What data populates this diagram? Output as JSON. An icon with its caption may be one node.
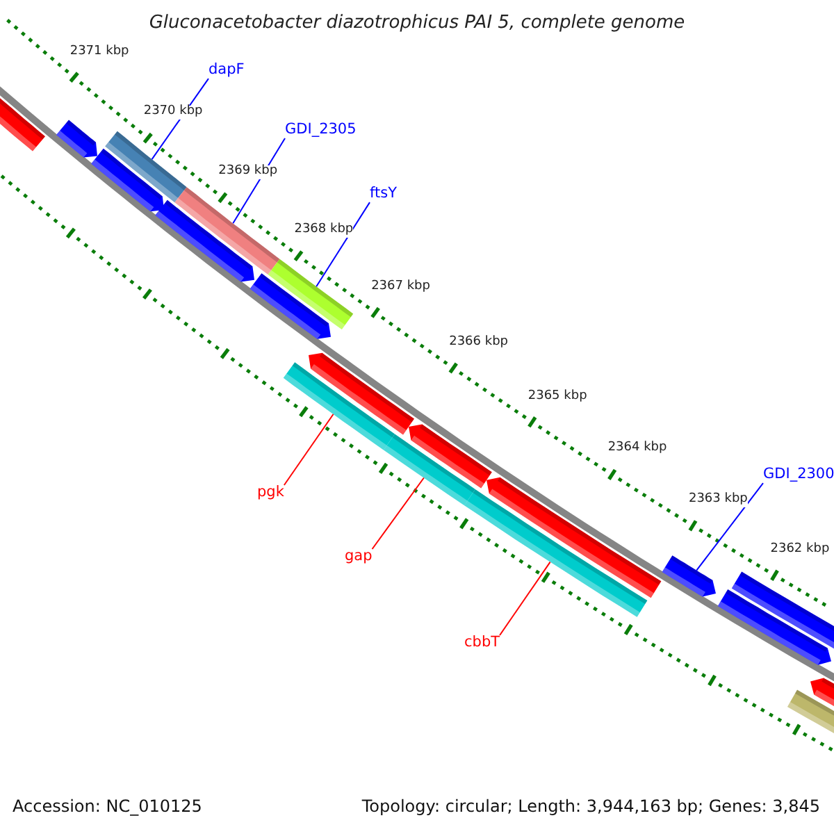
{
  "diagram": {
    "title": "Gluconacetobacter diazotrophicus PAI 5, complete genome",
    "nodes": [
      {
        "text": [
          "dapF"
        ]
      },
      {
        "text": [
          "GDI_2305"
        ]
      },
      {
        "text": [
          "ftsY"
        ]
      },
      {
        "text": [
          "GDI_2300"
        ]
      },
      {
        "text": [
          "pgk"
        ]
      },
      {
        "text": [
          "gap"
        ]
      },
      {
        "text": [
          "cbbT"
        ]
      },
      {
        "text": [],
        "shape": "bar"
      },
      {
        "text": [],
        "shape": "bar"
      },
      {
        "text": [],
        "shape": "bar"
      },
      {
        "text": [],
        "shape": "bar"
      },
      {
        "text": [],
        "shape": "bar"
      },
      {
        "text": [],
        "shape": "bar"
      },
      {
        "text": [],
        "shape": "bar"
      }
    ],
    "edges": [
      {
        "from": 0,
        "to": 7,
        "arrow": "none"
      },
      {
        "from": 1,
        "to": 8,
        "arrow": "none"
      },
      {
        "from": 2,
        "to": 9,
        "arrow": "none"
      },
      {
        "from": 3,
        "to": 10,
        "arrow": "none"
      },
      {
        "from": 4,
        "to": 11,
        "arrow": "none",
        "color": "#ff0000"
      },
      {
        "from": 5,
        "to": 12,
        "arrow": "none",
        "color": "#ff0000"
      },
      {
        "from": 6,
        "to": 13,
        "arrow": "none",
        "color": "#ff0000"
      }
    ],
    "labels": [
      "2371 kbp",
      "2370 kbp",
      "2369 kbp",
      "2368 kbp",
      "2367 kbp",
      "2366 kbp",
      "2365 kbp",
      "2364 kbp",
      "2363 kbp",
      "2362 kbp",
      "Accession: NC_010125",
      "Topology: circular; Length: 3,944,163 bp; Genes: 3,845"
    ]
  }
}
